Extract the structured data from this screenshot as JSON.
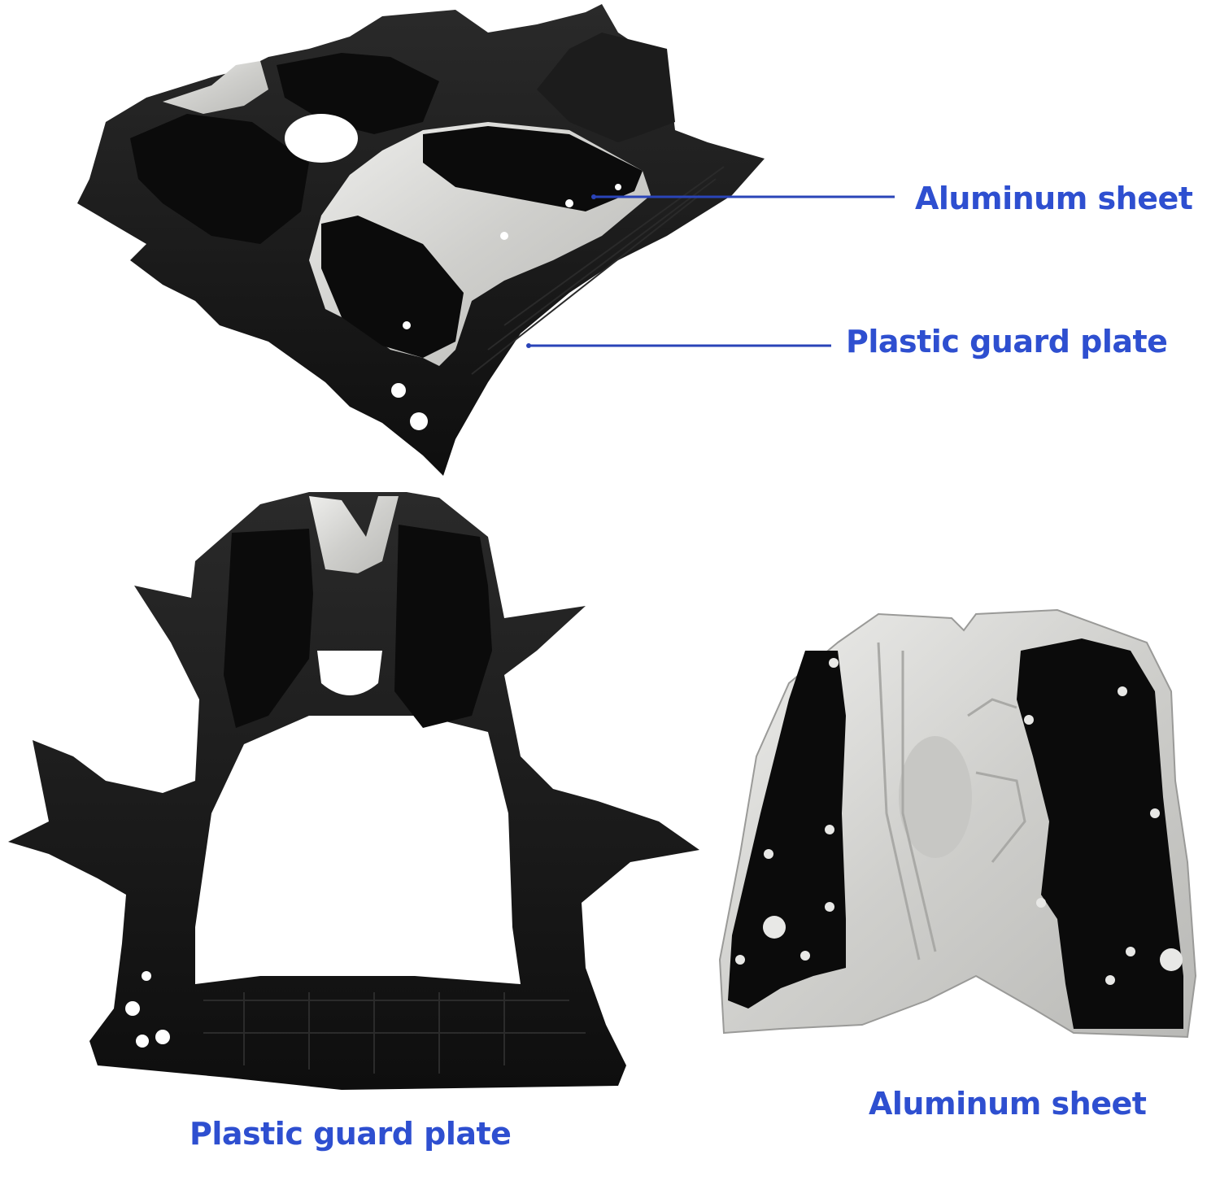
{
  "labels": {
    "top_aluminum": "Aluminum sheet",
    "top_plastic": "Plastic guard plate",
    "bottom_plastic": "Plastic guard plate",
    "bottom_aluminum": "Aluminum sheet"
  },
  "colors": {
    "label_blue": "#2e4fd0",
    "line_blue": "#2a44b8",
    "plastic_black": "#141414",
    "felt_black": "#0c0c0c",
    "aluminum_silver": "#d6d6d4"
  }
}
